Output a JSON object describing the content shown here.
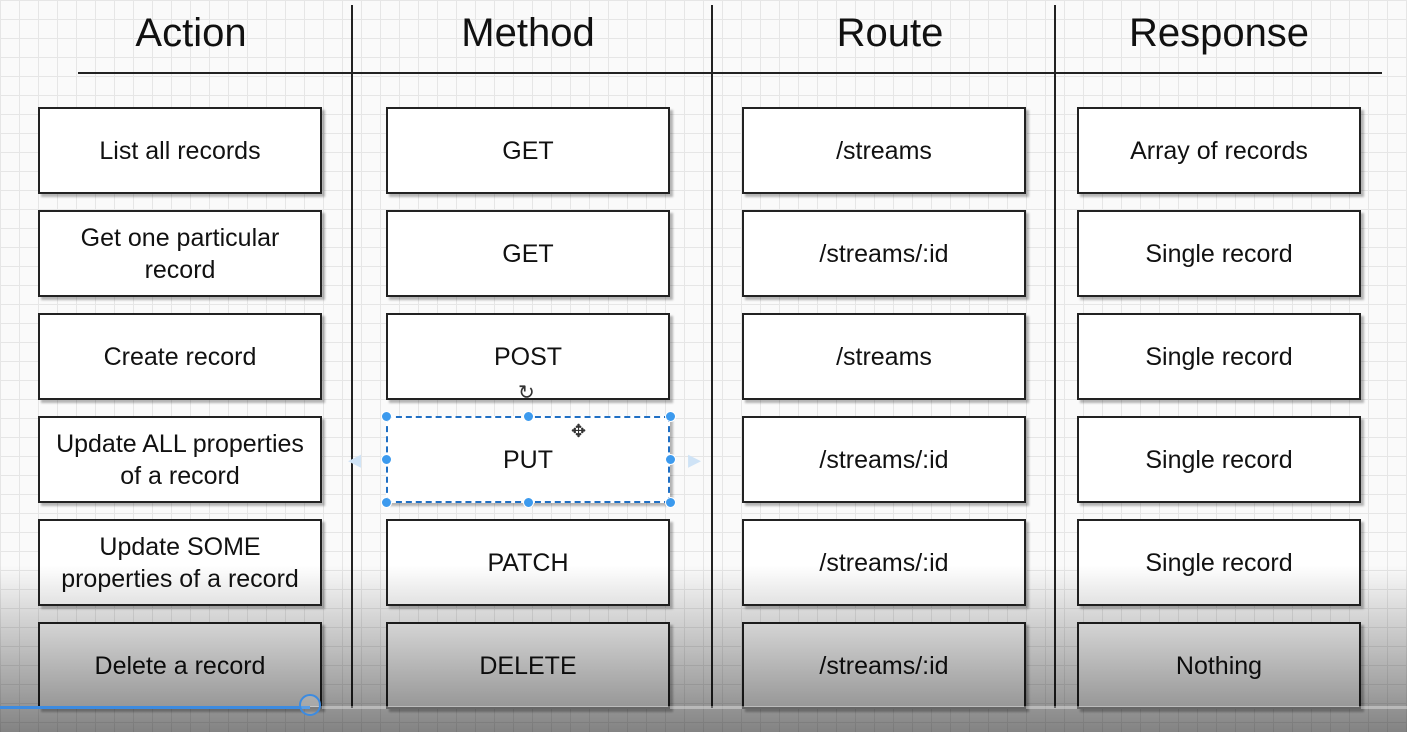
{
  "headers": {
    "action": "Action",
    "method": "Method",
    "route": "Route",
    "response": "Response"
  },
  "rows": [
    {
      "action": "List all records",
      "method": "GET",
      "route": "/streams",
      "response": "Array of records"
    },
    {
      "action": "Get one particular record",
      "method": "GET",
      "route": "/streams/:id",
      "response": "Single record"
    },
    {
      "action": "Create record",
      "method": "POST",
      "route": "/streams",
      "response": "Single record"
    },
    {
      "action": "Update ALL properties of a record",
      "method": "PUT",
      "route": "/streams/:id",
      "response": "Single record"
    },
    {
      "action": "Update SOME properties of a record",
      "method": "PATCH",
      "route": "/streams/:id",
      "response": "Single record"
    },
    {
      "action": "Delete a record",
      "method": "DELETE",
      "route": "/streams/:id",
      "response": "Nothing"
    }
  ],
  "selection": {
    "icons": [
      "rotate-handle-icon",
      "move-cursor-icon"
    ]
  },
  "video": {
    "progress_fraction": 0.22
  }
}
